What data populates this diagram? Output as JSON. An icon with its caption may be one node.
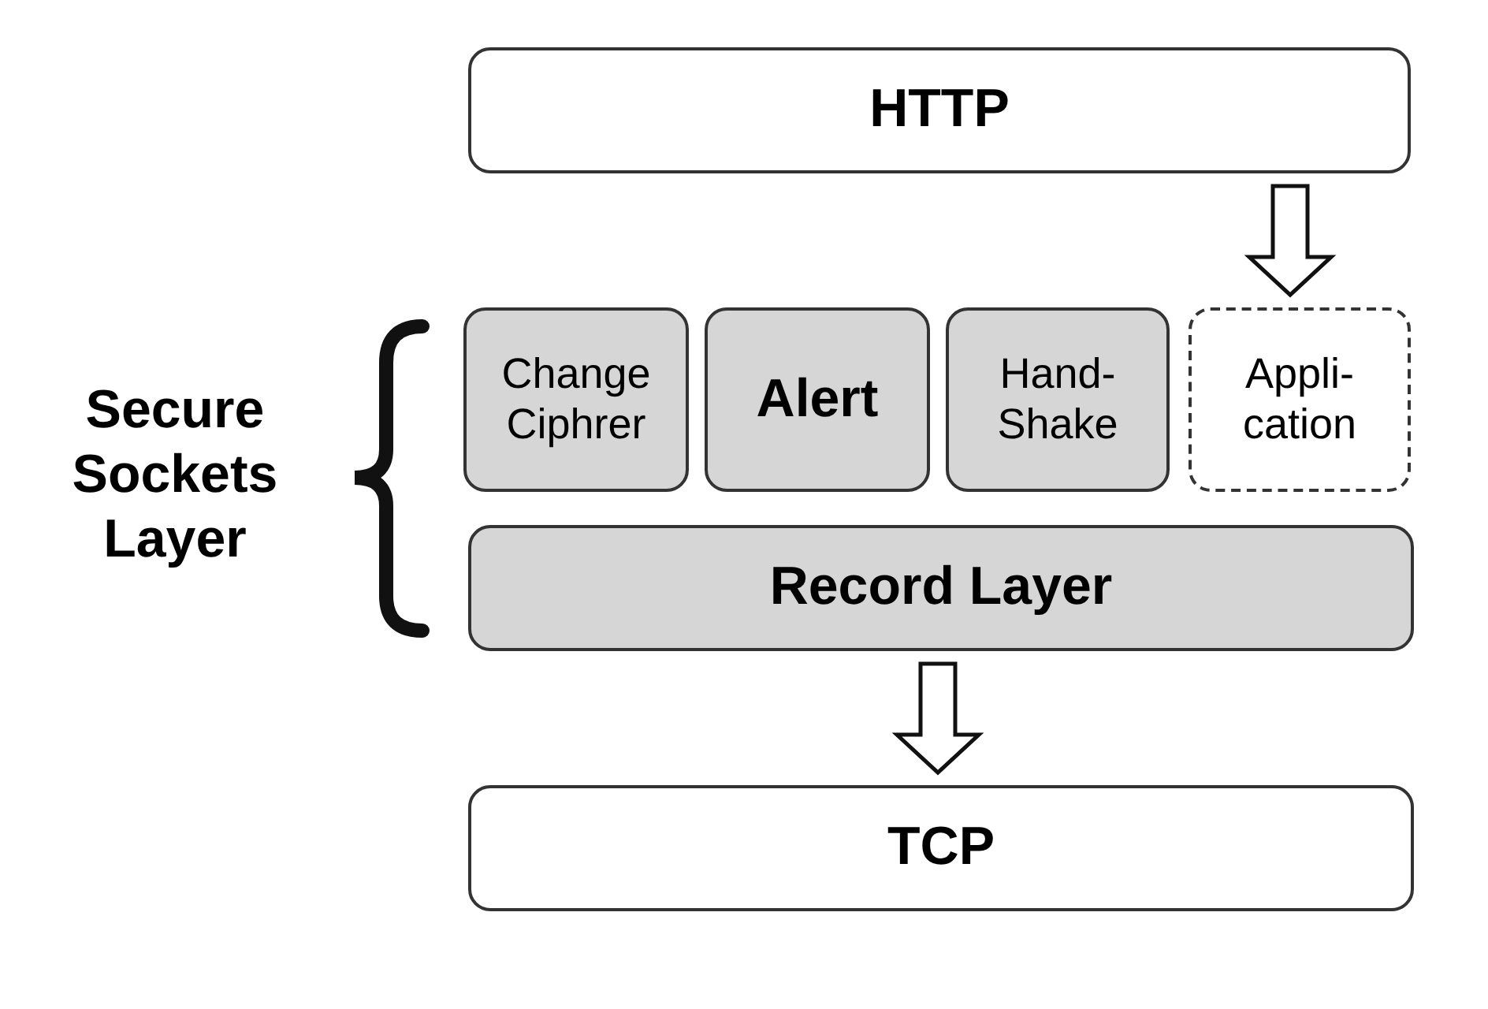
{
  "diagram": {
    "nodes": [
      {
        "text": [
          "HTTP"
        ]
      },
      {
        "text": [
          "Change Ciphrer"
        ]
      },
      {
        "text": [
          "Alert"
        ]
      },
      {
        "text": [
          "Hand- Shake"
        ]
      },
      {
        "text": [
          "Appli- cation"
        ]
      },
      {
        "text": [
          "Record Layer"
        ]
      },
      {
        "text": [
          "TCP"
        ]
      }
    ],
    "edges": [
      {
        "from": 0,
        "to": 4,
        "arrow": "to"
      },
      {
        "from": 5,
        "to": 6,
        "arrow": "to"
      }
    ],
    "labels": [
      "Secure Sockets Layer"
    ]
  }
}
